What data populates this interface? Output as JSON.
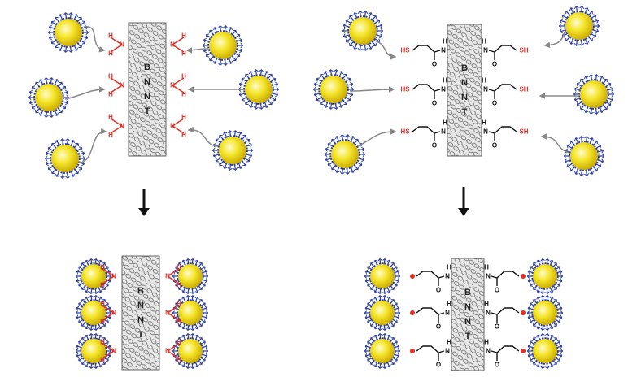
{
  "tube_label": [
    "B",
    "N",
    "N",
    "T"
  ],
  "amine": {
    "h": "H",
    "n": "N"
  },
  "thiol_left": "HS",
  "thiol_right": "SH",
  "amide": {
    "n": "N",
    "h": "H",
    "o": "O"
  },
  "colors": {
    "particle_core": "#f2e21a",
    "particle_shell": "#2a3d9e",
    "amine": "#e0322a",
    "tube": "#9a9a9a",
    "arrow": "#111111",
    "curve_arrow": "#888888",
    "bond": "#111111"
  }
}
